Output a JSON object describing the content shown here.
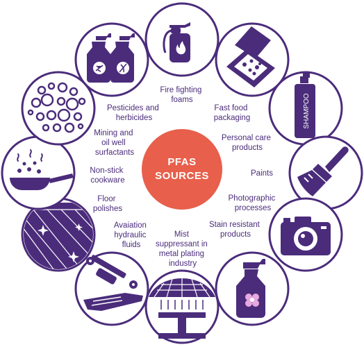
{
  "title_line1": "PFAS",
  "title_line2": "SOURCES",
  "colors": {
    "accent": "#e85f4b",
    "ink": "#4b2c7b"
  },
  "sources": [
    {
      "icon": "fire-extinguisher-icon",
      "lines": [
        "Fire fighting",
        "foams"
      ]
    },
    {
      "icon": "pizza-box-icon",
      "lines": [
        "Fast food",
        "packaging"
      ]
    },
    {
      "icon": "shampoo-bottle-icon",
      "lines": [
        "Personal care",
        "products"
      ],
      "bottle_text": "SHAMPOO"
    },
    {
      "icon": "paint-brush-icon",
      "lines": [
        "Paints"
      ]
    },
    {
      "icon": "camera-icon",
      "lines": [
        "Photographic",
        "processes"
      ]
    },
    {
      "icon": "spray-bottle-icon",
      "lines": [
        "Stain resistant",
        "products"
      ]
    },
    {
      "icon": "metal-plating-icon",
      "lines": [
        "Mist",
        "suppressant in",
        "metal plating",
        "industry"
      ]
    },
    {
      "icon": "hydraulic-piston-icon",
      "lines": [
        "Avaiation",
        "hydraulic",
        "fluids"
      ]
    },
    {
      "icon": "shiny-floor-icon",
      "lines": [
        "Floor",
        "polishes"
      ]
    },
    {
      "icon": "frying-pan-icon",
      "lines": [
        "Non-stick",
        "cookware"
      ]
    },
    {
      "icon": "bubbles-icon",
      "lines": [
        "Mining and",
        "oil well",
        "surfactants"
      ]
    },
    {
      "icon": "pesticide-sprayers-icon",
      "lines": [
        "Pesticides and",
        "herbicides"
      ]
    }
  ]
}
